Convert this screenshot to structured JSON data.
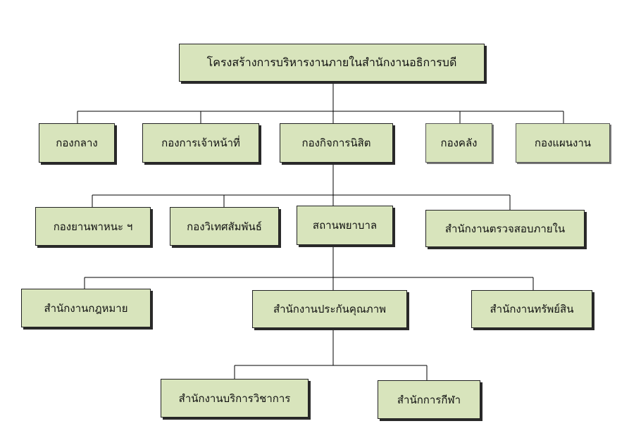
{
  "colors": {
    "box_fill": "#d8e4bc",
    "border": "#222222",
    "line": "#000000"
  },
  "root": {
    "label": "โครงสร้างการบริหารงานภายในสำนักงานอธิการบดี"
  },
  "level1": [
    {
      "label": "กองกลาง"
    },
    {
      "label": "กองการเจ้าหน้าที่"
    },
    {
      "label": "กองกิจการนิสิต"
    },
    {
      "label": "กองคลัง"
    },
    {
      "label": "กองแผนงาน"
    }
  ],
  "level2": [
    {
      "label": "กองยานพาหนะ ฯ"
    },
    {
      "label": "กองวิเทศสัมพันธ์"
    },
    {
      "label": "สถานพยาบาล"
    },
    {
      "label": "สำนักงานตรวจสอบภายใน"
    }
  ],
  "level3": [
    {
      "label": "สำนักงานกฎหมาย"
    },
    {
      "label": "สำนักงานประกันคุณภาพ"
    },
    {
      "label": "สำนักงานทรัพย์สิน"
    }
  ],
  "level4": [
    {
      "label": "สำนักงานบริการวิชาการ"
    },
    {
      "label": "สำนักการกีฬา"
    }
  ]
}
